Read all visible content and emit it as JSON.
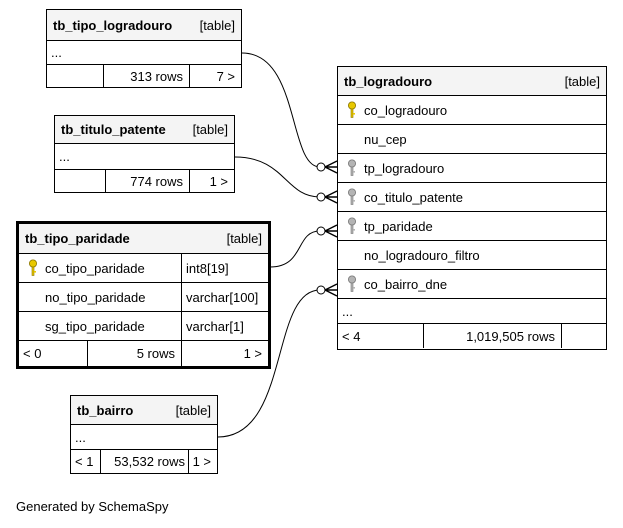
{
  "tables": {
    "tipo_logradouro": {
      "name": "tb_tipo_logradouro",
      "kind": "[table]",
      "ellipsis": "...",
      "left_stat": "",
      "rows_stat": "313 rows",
      "right_stat": "7 >"
    },
    "titulo_patente": {
      "name": "tb_titulo_patente",
      "kind": "[table]",
      "ellipsis": "...",
      "left_stat": "",
      "rows_stat": "774 rows",
      "right_stat": "1 >"
    },
    "tipo_paridade": {
      "name": "tb_tipo_paridade",
      "kind": "[table]",
      "columns": [
        {
          "name": "co_tipo_paridade",
          "type": "int8[19]",
          "key": "primary"
        },
        {
          "name": "no_tipo_paridade",
          "type": "varchar[100]",
          "key": "none"
        },
        {
          "name": "sg_tipo_paridade",
          "type": "varchar[1]",
          "key": "none"
        }
      ],
      "left_stat": "< 0",
      "rows_stat": "5 rows",
      "right_stat": "1 >"
    },
    "bairro": {
      "name": "tb_bairro",
      "kind": "[table]",
      "ellipsis": "...",
      "left_stat": "< 1",
      "rows_stat": "53,532 rows",
      "right_stat": "1 >"
    },
    "logradouro": {
      "name": "tb_logradouro",
      "kind": "[table]",
      "columns": [
        {
          "name": "co_logradouro",
          "key": "primary"
        },
        {
          "name": "nu_cep",
          "key": "none"
        },
        {
          "name": "tp_logradouro",
          "key": "foreign"
        },
        {
          "name": "co_titulo_patente",
          "key": "foreign"
        },
        {
          "name": "tp_paridade",
          "key": "foreign"
        },
        {
          "name": "no_logradouro_filtro",
          "key": "none"
        },
        {
          "name": "co_bairro_dne",
          "key": "foreign"
        }
      ],
      "ellipsis": "...",
      "left_stat": "< 4",
      "rows_stat": "1,019,505 rows",
      "right_stat": ""
    }
  },
  "colors": {
    "primary_key": "#e8c800",
    "foreign_key": "#b4b4b4",
    "header_bg": "#f4f4f4"
  },
  "footer": "Generated by SchemaSpy"
}
